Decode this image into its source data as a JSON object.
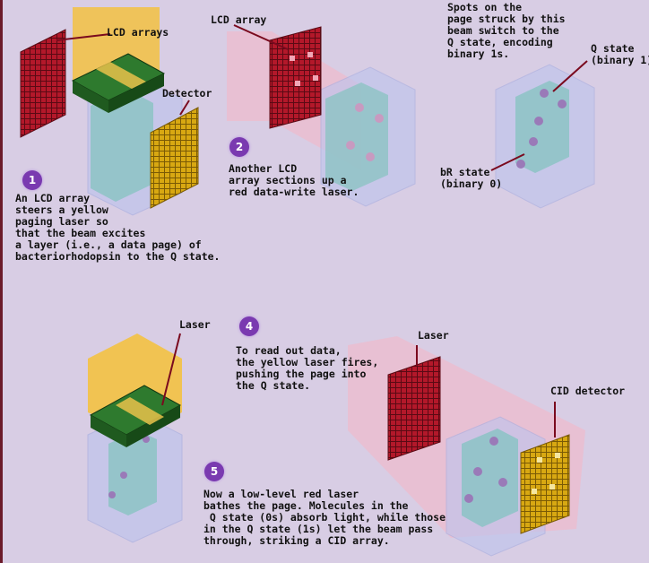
{
  "colors": {
    "background": "#d8cde4",
    "lcd_red": "#b3182a",
    "detector_yellow": "#d8a812",
    "paging_beam": "#f2c24a",
    "write_beam": "#f3b8c8",
    "cube": "#8fc3c6",
    "glass": "#bfc4ec",
    "electrode_green": "#1f5a1f",
    "badge": "#7a3ab0"
  },
  "labels": {
    "lcd_arrays": "LCD arrays",
    "detector": "Detector",
    "lcd_array": "LCD array",
    "spots": "Spots on the\npage struck by this\nbeam switch to the\nQ state, encoding\nbinary 1s.",
    "q_state": "Q state\n(binary 1)",
    "br_state": "bR state\n(binary 0)",
    "laser_1": "Laser",
    "laser_2": "Laser",
    "cid_detector": "CID detector"
  },
  "steps": [
    {
      "number": "1",
      "text": "An LCD array\nsteers a yellow\npaging laser so\nthat the beam excites\na layer (i.e., a data page) of\nbacteriorhodopsin to the Q state."
    },
    {
      "number": "2",
      "text": "Another LCD\narray sections up a\nred data-write laser."
    },
    {
      "number": "4",
      "text": "To read out data,\nthe yellow laser fires,\npushing the page into\nthe Q state."
    },
    {
      "number": "5",
      "text": "Now a low-level red laser\nbathes the page. Molecules in the\n Q state (0s) absorb light, while those\nin the Q state (1s) let the beam pass\nthrough, striking a CID array."
    }
  ]
}
